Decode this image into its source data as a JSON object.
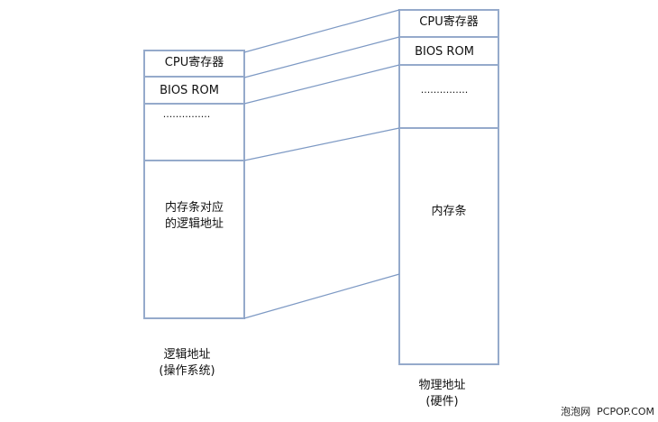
{
  "colors": {
    "box_stroke": "#95aacb",
    "connector": "#7d99c4"
  },
  "logical": {
    "sections": [
      "CPU寄存器",
      "BIOS ROM",
      "...............",
      "内存条对应\n的逻辑地址"
    ],
    "caption_line1": "逻辑地址",
    "caption_line2": "(操作系统)"
  },
  "physical": {
    "sections": [
      "CPU寄存器",
      "BIOS ROM",
      "...............",
      "内存条"
    ],
    "caption_line1": "物理地址",
    "caption_line2": "(硬件)"
  },
  "watermark": "泡泡网  PCPOP.COM"
}
